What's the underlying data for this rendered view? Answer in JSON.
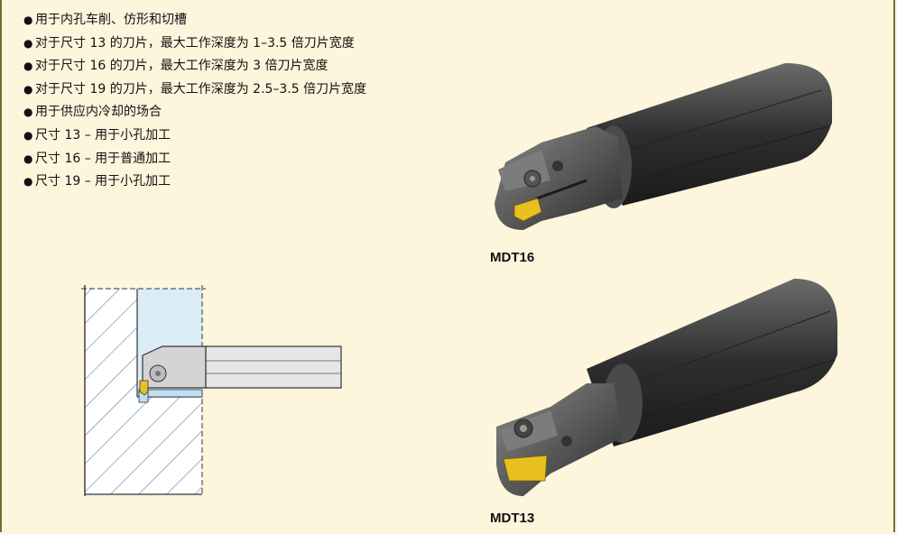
{
  "features": [
    "用于内孔车削、仿形和切槽",
    "对于尺寸 13 的刀片，最大工作深度为 1–3.5 倍刀片宽度",
    "对于尺寸 16 的刀片，最大工作深度为 3 倍刀片宽度",
    "对于尺寸 19 的刀片，最大工作深度为 2.5–3.5 倍刀片宽度",
    "用于供应内冷却的场合",
    "尺寸 13 – 用于小孔加工",
    "尺寸 16 – 用于普通加工",
    "尺寸 19 – 用于小孔加工"
  ],
  "bullet": "●",
  "tools": [
    {
      "caption": "MDT16",
      "icon": "boring-bar-mdt16"
    },
    {
      "caption": "MDT13",
      "icon": "boring-bar-mdt13"
    }
  ],
  "diagram": {
    "icon": "internal-boring-schematic"
  },
  "colors": {
    "background": "#fdf5dc",
    "border": "#7a6a3a",
    "bar_dark": "#3a3a3a",
    "insert": "#e8c021",
    "hatch": "#5c7fa8",
    "bore_fill": "#d9ecf7"
  }
}
